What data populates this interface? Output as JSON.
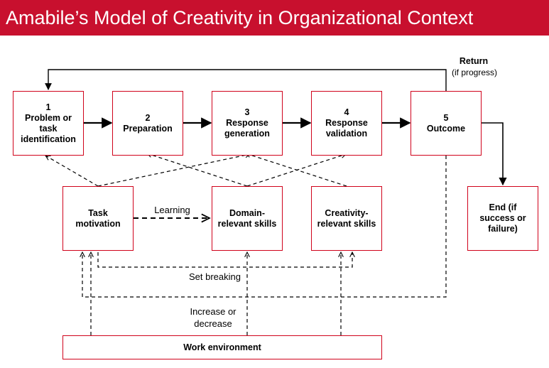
{
  "title": "Amabile’s Model of Creativity in Organizational Context",
  "stages": [
    {
      "num": "1",
      "label": "Problem or\ntask\nidentification"
    },
    {
      "num": "2",
      "label": "Preparation"
    },
    {
      "num": "3",
      "label": "Response\ngeneration"
    },
    {
      "num": "4",
      "label": "Response\nvalidation"
    },
    {
      "num": "5",
      "label": "Outcome"
    }
  ],
  "components": {
    "task_motivation": "Task\nmotivation",
    "domain_skills": "Domain-\nrelevant skills",
    "creativity_skills": "Creativity-\nrelevant skills"
  },
  "end_box": "End (if\nsuccess or\nfailure)",
  "work_environment": "Work environment",
  "labels": {
    "return": "Return",
    "return_sub": "(if progress)",
    "learning": "Learning",
    "set_breaking": "Set breaking",
    "increase": "Increase or\ndecrease"
  },
  "colors": {
    "title_bg": "#c8102e",
    "box_border": "#d0021b"
  }
}
